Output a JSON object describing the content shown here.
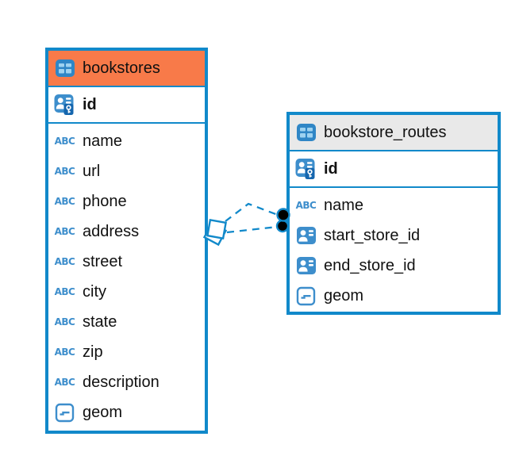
{
  "glyphs": {
    "text_type": "ABC"
  },
  "colors": {
    "accent_blue": "#1189CA",
    "icon_blue": "#3D8ECC",
    "icon_dark_blue": "#1566AE",
    "header_orange": "#F87A49",
    "header_gray": "#E9E9E9",
    "text": "#111111"
  },
  "tables": [
    {
      "name": "bookstores",
      "header_style": "orange",
      "primary_key": {
        "name": "id",
        "type": "primary-key"
      },
      "columns": [
        {
          "name": "name",
          "type": "text"
        },
        {
          "name": "url",
          "type": "text"
        },
        {
          "name": "phone",
          "type": "text"
        },
        {
          "name": "address",
          "type": "text"
        },
        {
          "name": "street",
          "type": "text"
        },
        {
          "name": "city",
          "type": "text"
        },
        {
          "name": "state",
          "type": "text"
        },
        {
          "name": "zip",
          "type": "text"
        },
        {
          "name": "description",
          "type": "text"
        },
        {
          "name": "geom",
          "type": "geometry"
        }
      ]
    },
    {
      "name": "bookstore_routes",
      "header_style": "gray",
      "primary_key": {
        "name": "id",
        "type": "primary-key"
      },
      "columns": [
        {
          "name": "name",
          "type": "text"
        },
        {
          "name": "start_store_id",
          "type": "reference"
        },
        {
          "name": "end_store_id",
          "type": "reference"
        },
        {
          "name": "geom",
          "type": "geometry"
        }
      ]
    }
  ],
  "relations": [
    {
      "from_table": "bookstores",
      "to_table": "bookstore_routes"
    },
    {
      "from_table": "bookstores",
      "to_table": "bookstore_routes"
    }
  ]
}
